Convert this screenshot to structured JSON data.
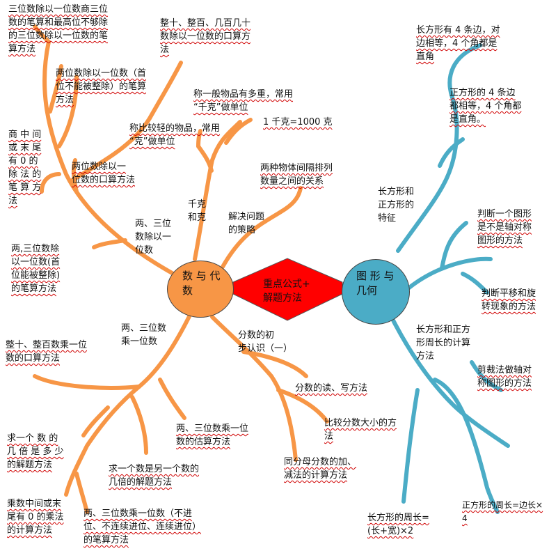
{
  "nodes": {
    "left": {
      "label": "数 与 代\n数",
      "color": "#F79646"
    },
    "center": {
      "label": "重点公式+\n解题方法",
      "color": "#FF0000"
    },
    "right": {
      "label": "图 形 与\n几何",
      "color": "#4BACC6"
    }
  },
  "colors": {
    "left_branch": "#F79646",
    "right_branch": "#4BACC6",
    "underline": "#D00000"
  },
  "labels": {
    "three_digit_div_written": "三位数除以一位数商三位\n数的笔算和最高位不够除\n的三位数除以一位数的笔\n算方法",
    "tens_hundreds_div_oral": "整十、整百、几百几十\n数除以一位数的口算方\n法",
    "two_digit_div_written": "两位数除以一位数（首\n位不能被整除）的笔算\n方法",
    "quotient_zero": "商 中 间\n或 末 尾\n有 0 的\n除 法 的\n笔 算 方\n法",
    "two_digit_div_oral": "两位数除以一\n位数的口算方法",
    "gram": "称比较轻的物品，常用\n“克”做单位",
    "kilogram": "称一般物品有多重，常用\n“千克”做单位",
    "kg_equals": "1 千克=1000 克",
    "kg_and_g": "千克\n和克",
    "interval": "两种物体间隔排列\n数量之间的关系",
    "strategy": "解决问题\n的策略",
    "two_three_div": "两、三位\n数除以一\n位数",
    "two_three_div_written": "两,三位数除\n以一位数(首\n位能被整除)\n的笔算方法",
    "two_three_mul": "两、三位数\n乘一位数",
    "fraction_intro": "分数的初\n步认识（一）",
    "tens_hundreds_mul_oral": "整十、整百数乘一位\n数的口算方法",
    "fraction_read_write": "分数的读、写方法",
    "compare_fraction": "比较分数大小的方\n法",
    "same_denominator": "同分母分数的加、\n减法的计算方法",
    "two_three_mul_estimate": "两、三位数乘一位\n数的估算方法",
    "multiple_of": "求一个 数 的\n几 倍 是 多 少\n的解题方法",
    "times_of": "求一个数是另一个数的\n几倍的解题方法",
    "zero_middle_mul": "乘数中间或末\n尾有 0 的乘法\n的计算方法",
    "mul_written": "两、三位数乘一位数（不进\n位、不连续进位、连续进位）\n的笔算方法",
    "rectangle_sides": "长方形有 4 条边，对\n边相等，4 个角都是\n直角",
    "square_sides": "正方形的 4 条边\n都相等，4 个角都\n是直角。",
    "rect_square_features": "长方形和\n正方形的\n特征",
    "axis_symmetric": "判断一个图形\n是不是轴对称\n图形的方法",
    "translation_rotation": "判断平移和旋\n转现象的方法",
    "perimeter_method": "长方形和正方\n形周长的计算\n方法",
    "cut_paper": "剪裁法做轴对\n称图形的方法",
    "rect_perimeter": "长方形的周长=\n(长+宽)×2",
    "square_perimeter": "正方形的周长=边长×\n4"
  }
}
